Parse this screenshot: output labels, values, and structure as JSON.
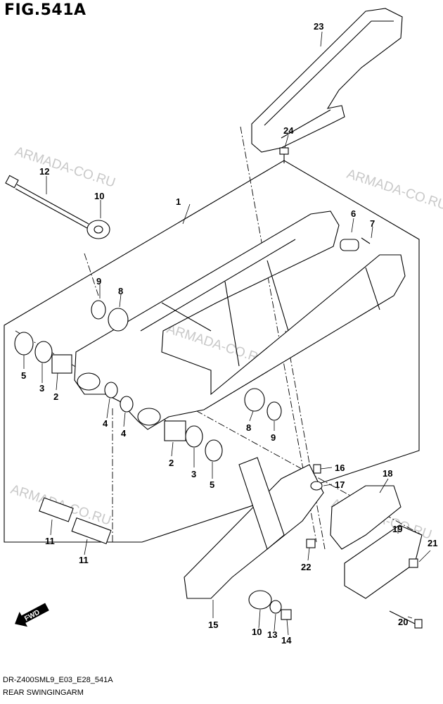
{
  "figure": {
    "title": "FIG.541A",
    "model_code": "DR-Z400SML9_E03_E28_541A",
    "name": "REAR SWINGINGARM"
  },
  "watermark": "ARMADA-CO.RU",
  "direction_label": "FWD",
  "callouts": [
    "1",
    "2",
    "2",
    "3",
    "3",
    "4",
    "4",
    "5",
    "5",
    "6",
    "7",
    "8",
    "8",
    "9",
    "9",
    "10",
    "10",
    "11",
    "11",
    "12",
    "13",
    "14",
    "15",
    "16",
    "17",
    "18",
    "19",
    "20",
    "21",
    "22",
    "23",
    "24"
  ],
  "colors": {
    "line": "#000000",
    "watermark": "#c9c9c9",
    "background": "#ffffff"
  }
}
